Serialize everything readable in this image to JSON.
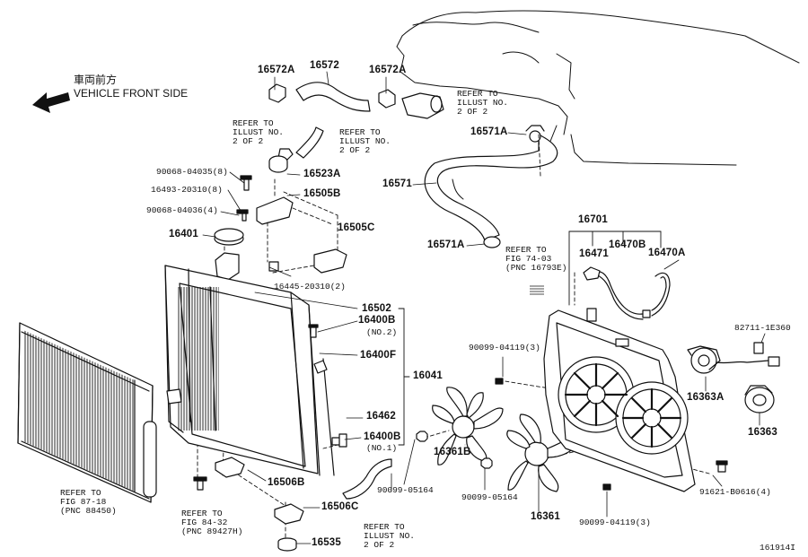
{
  "direction": {
    "jp": "車両前方",
    "en": "VEHICLE FRONT SIDE"
  },
  "parts": {
    "p16572A_left": "16572A",
    "p16572": "16572",
    "p16572A_right": "16572A",
    "p16571A_top": "16571A",
    "p16571": "16571",
    "p16571A_bottom": "16571A",
    "p90068_04035": "90068-04035(8)",
    "p16523A": "16523A",
    "p16493_20310": "16493-20310(8)",
    "p16505B": "16505B",
    "p90068_04036": "90068-04036(4)",
    "p16401": "16401",
    "p16505C": "16505C",
    "p16445_20310": "16445-20310(2)",
    "p16502": "16502",
    "p16400B_top": "16400B",
    "no2": "(NO.2)",
    "p16400F": "16400F",
    "p16041": "16041",
    "p16462": "16462",
    "p16400B_bottom": "16400B",
    "no1": "(NO.1)",
    "p16506B": "16506B",
    "p16506C": "16506C",
    "p16535": "16535",
    "p16701": "16701",
    "p16471": "16471",
    "p16470B": "16470B",
    "p16470A": "16470A",
    "p82711": "82711-1E360",
    "p90099_04119_top": "90099-04119(3)",
    "p16363A": "16363A",
    "p16363": "16363",
    "p16361B": "16361B",
    "p90099_05164_left": "90099-05164",
    "p90099_05164_right": "90099-05164",
    "p16361": "16361",
    "p91621": "91621-B0616(4)",
    "p90099_04119_bottom": "90099-04119(3)"
  },
  "refs": {
    "illust_right": "REFER TO\nILLUST NO.\n2 OF 2",
    "illust_left": "REFER TO\nILLUST NO.\n2 OF 2",
    "illust_mid": "REFER TO\nILLUST NO.\n2 OF 2",
    "illust_bottom": "REFER TO\nILLUST NO.\n2 OF 2",
    "fig74": "REFER TO\nFIG 74-03\n(PNC 16793E)",
    "fig87": "REFER TO\nFIG 87-18\n(PNC 88450)",
    "fig84": "REFER TO\nFIG 84-32\n(PNC 89427H)"
  },
  "diagram_id": "161914I"
}
